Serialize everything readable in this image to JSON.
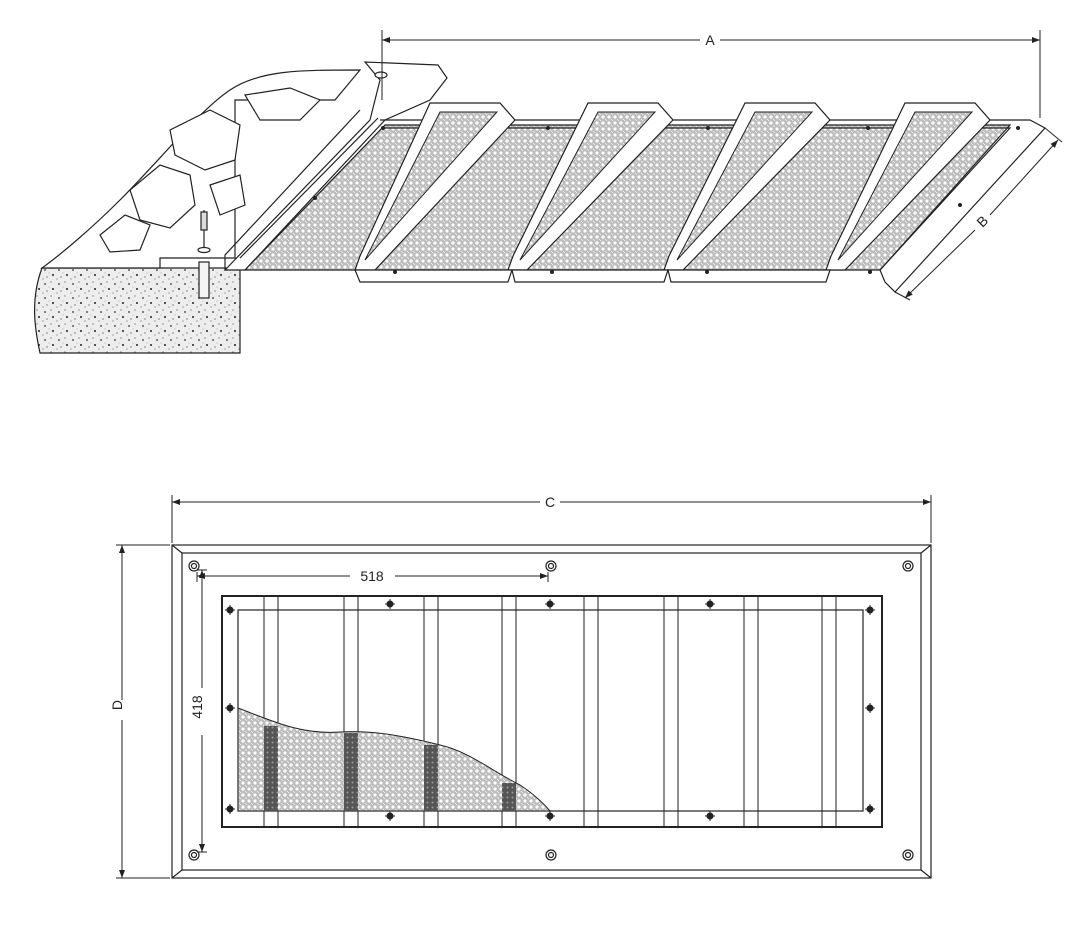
{
  "drawing": {
    "isometric": {
      "dimension_a": "A",
      "dimension_b": "B"
    },
    "plan": {
      "dimension_c": "C",
      "dimension_d": "D",
      "dimension_horizontal_value": "518",
      "dimension_vertical_value": "418"
    }
  },
  "colors": {
    "line": "#222222",
    "mesh_light": "#bdbdbd",
    "mesh_dark": "#5a5a5a",
    "concrete": "#e6e6e6",
    "background": "#ffffff"
  }
}
